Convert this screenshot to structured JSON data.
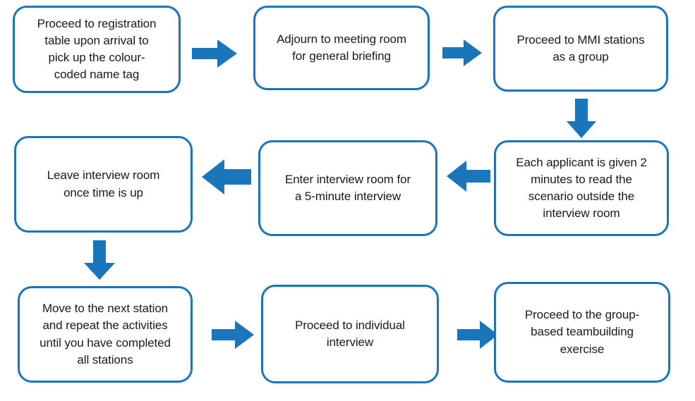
{
  "diagram": {
    "title": "MMI interview day process flowchart",
    "accent_color": "#1B75BB",
    "box_fill": "#FFFFFF",
    "text_color": "#1A1A1A",
    "background": "#FFFFFF"
  },
  "nodes": [
    {
      "id": "registration",
      "label": "Proceed to registration\ntable upon arrival to\npick up the colour-\ncoded name tag"
    },
    {
      "id": "briefing",
      "label": "Adjourn to meeting room\nfor general briefing"
    },
    {
      "id": "mmi-stations",
      "label": "Proceed to MMI stations\nas a group"
    },
    {
      "id": "read-scenario",
      "label": "Each applicant is given 2\nminutes to read the\nscenario outside the\ninterview room"
    },
    {
      "id": "enter-room",
      "label": "Enter interview room for\na 5-minute interview"
    },
    {
      "id": "leave-room",
      "label": "Leave interview room\nonce time is up"
    },
    {
      "id": "next-station",
      "label": "Move to the next station\nand repeat the activities\nuntil you have completed\nall stations"
    },
    {
      "id": "individual-interview",
      "label": "Proceed to individual\ninterview"
    },
    {
      "id": "teambuilding",
      "label": "Proceed to the group-\nbased teambuilding\nexercise"
    }
  ],
  "arrows": [
    {
      "id": "registration-to-briefing",
      "direction": "right"
    },
    {
      "id": "briefing-to-mmi-stations",
      "direction": "right"
    },
    {
      "id": "mmi-stations-to-read-scenario",
      "direction": "down"
    },
    {
      "id": "read-scenario-to-enter-room",
      "direction": "left"
    },
    {
      "id": "enter-room-to-leave-room",
      "direction": "left"
    },
    {
      "id": "leave-room-to-next-station",
      "direction": "down"
    },
    {
      "id": "next-station-to-individual-interview",
      "direction": "right"
    },
    {
      "id": "individual-interview-to-teambuilding",
      "direction": "right"
    }
  ]
}
